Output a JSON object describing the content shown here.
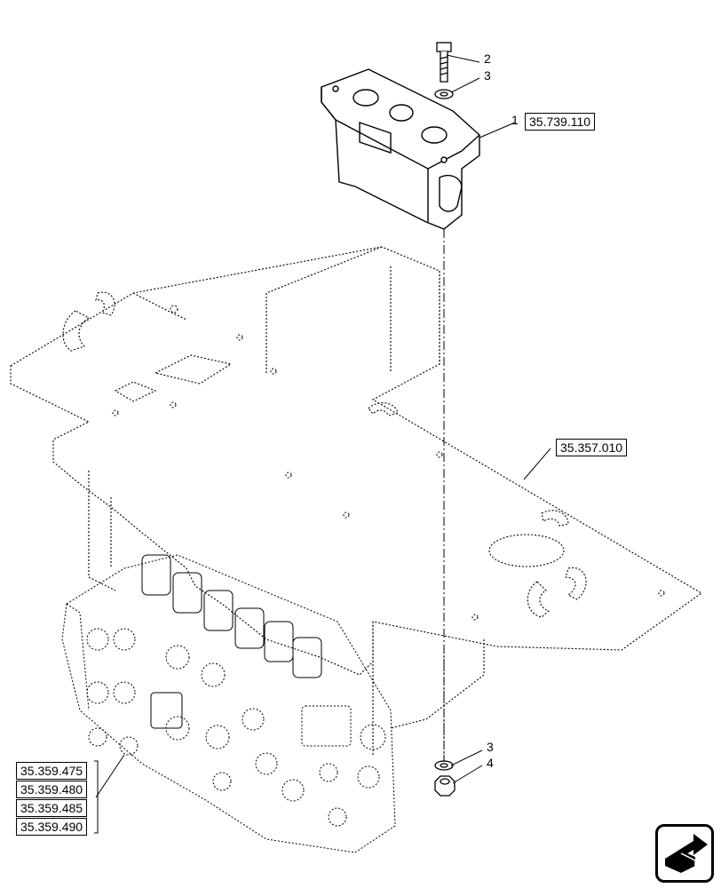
{
  "callouts": {
    "c1": "1",
    "c2": "2",
    "c3_top": "3",
    "c3_bottom": "3",
    "c4": "4"
  },
  "references": {
    "top_block": "35.739.110",
    "frame": "35.357.010",
    "valve_refs": [
      "35.359.475",
      "35.359.480",
      "35.359.485",
      "35.359.490"
    ]
  },
  "icons": {
    "nav": "next-page-arrow-icon"
  }
}
